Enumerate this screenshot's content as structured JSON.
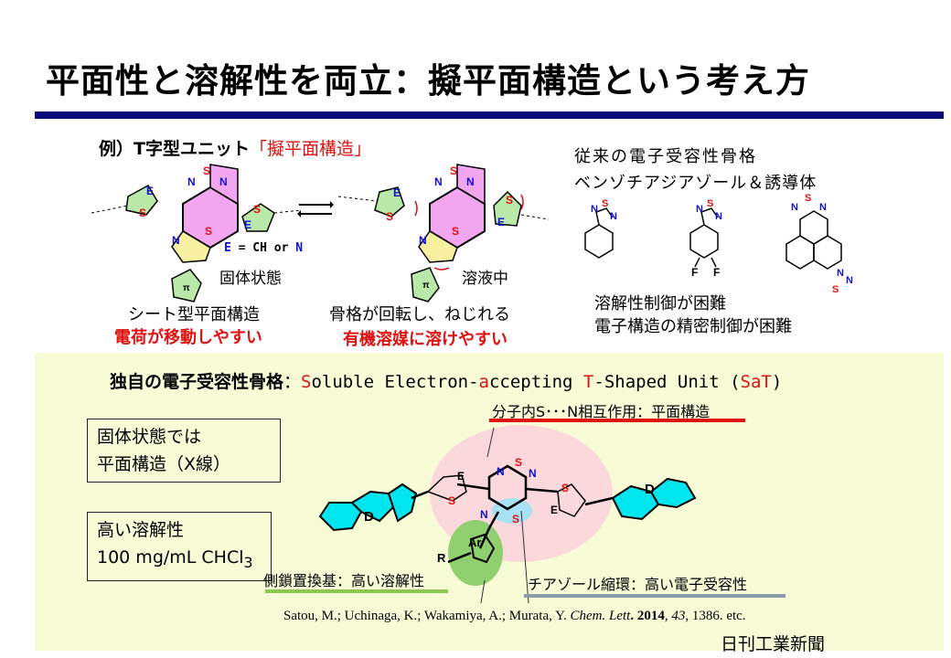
{
  "title": "平面性と溶解性を両立：擬平面構造という考え方",
  "example": {
    "label": "例）T字型ユニット",
    "highlight": "「擬平面構造」",
    "legend_e": "E",
    "legend_mid": " = CH or ",
    "legend_n": "N",
    "solid_state": "固体状態",
    "solution": "溶液中",
    "left_caption": "シート型平面構造",
    "left_red": "電荷が移動しやすい",
    "right_caption": "骨格が回転し、ねじれる",
    "right_red": "有機溶媒に溶けやすい"
  },
  "conventional": {
    "line1": "従来の電子受容性骨格",
    "line2": "ベンゾチアジアゾール＆誘導体",
    "note1": "溶解性制御が困難",
    "note2": "電子構造の精密制御が困難",
    "atom_f": "F"
  },
  "sat": {
    "heading_jp": "独自の電子受容性骨格",
    "colon": "：",
    "p1": "S",
    "p2": "oluble Electron-",
    "p3": "a",
    "p4": "ccepting ",
    "p5": "T",
    "p6": "-Shaped Unit (",
    "p7": "SaT",
    "p8": ")",
    "box1_line1": "固体状態では",
    "box1_line2": "平面構造（X線）",
    "box2_line1": "高い溶解性",
    "box2_line2": "100 mg/mL CHCl",
    "box2_sub": "3",
    "callout_top": "分子内S･･･N相互作用：平面構造",
    "callout_left": "側鎖置換基：高い溶解性",
    "callout_right": "チアゾール縮環：高い電子受容性",
    "atoms": {
      "d": "D",
      "ar": "Ar",
      "r": "R"
    },
    "reference": {
      "authors": "Satou, M.; Uchinaga, K.; Wakamiya, A.; Murata, Y. ",
      "journal": "Chem. Lett",
      "year": ". 2014",
      "vol": ", 43",
      "pages": ", 1386. etc."
    }
  },
  "source": "日刊工業新聞",
  "colors": {
    "navy": "#0b0b7a",
    "red": "#e01010",
    "blue": "#1010d0",
    "panel": "#f7fbd6"
  }
}
